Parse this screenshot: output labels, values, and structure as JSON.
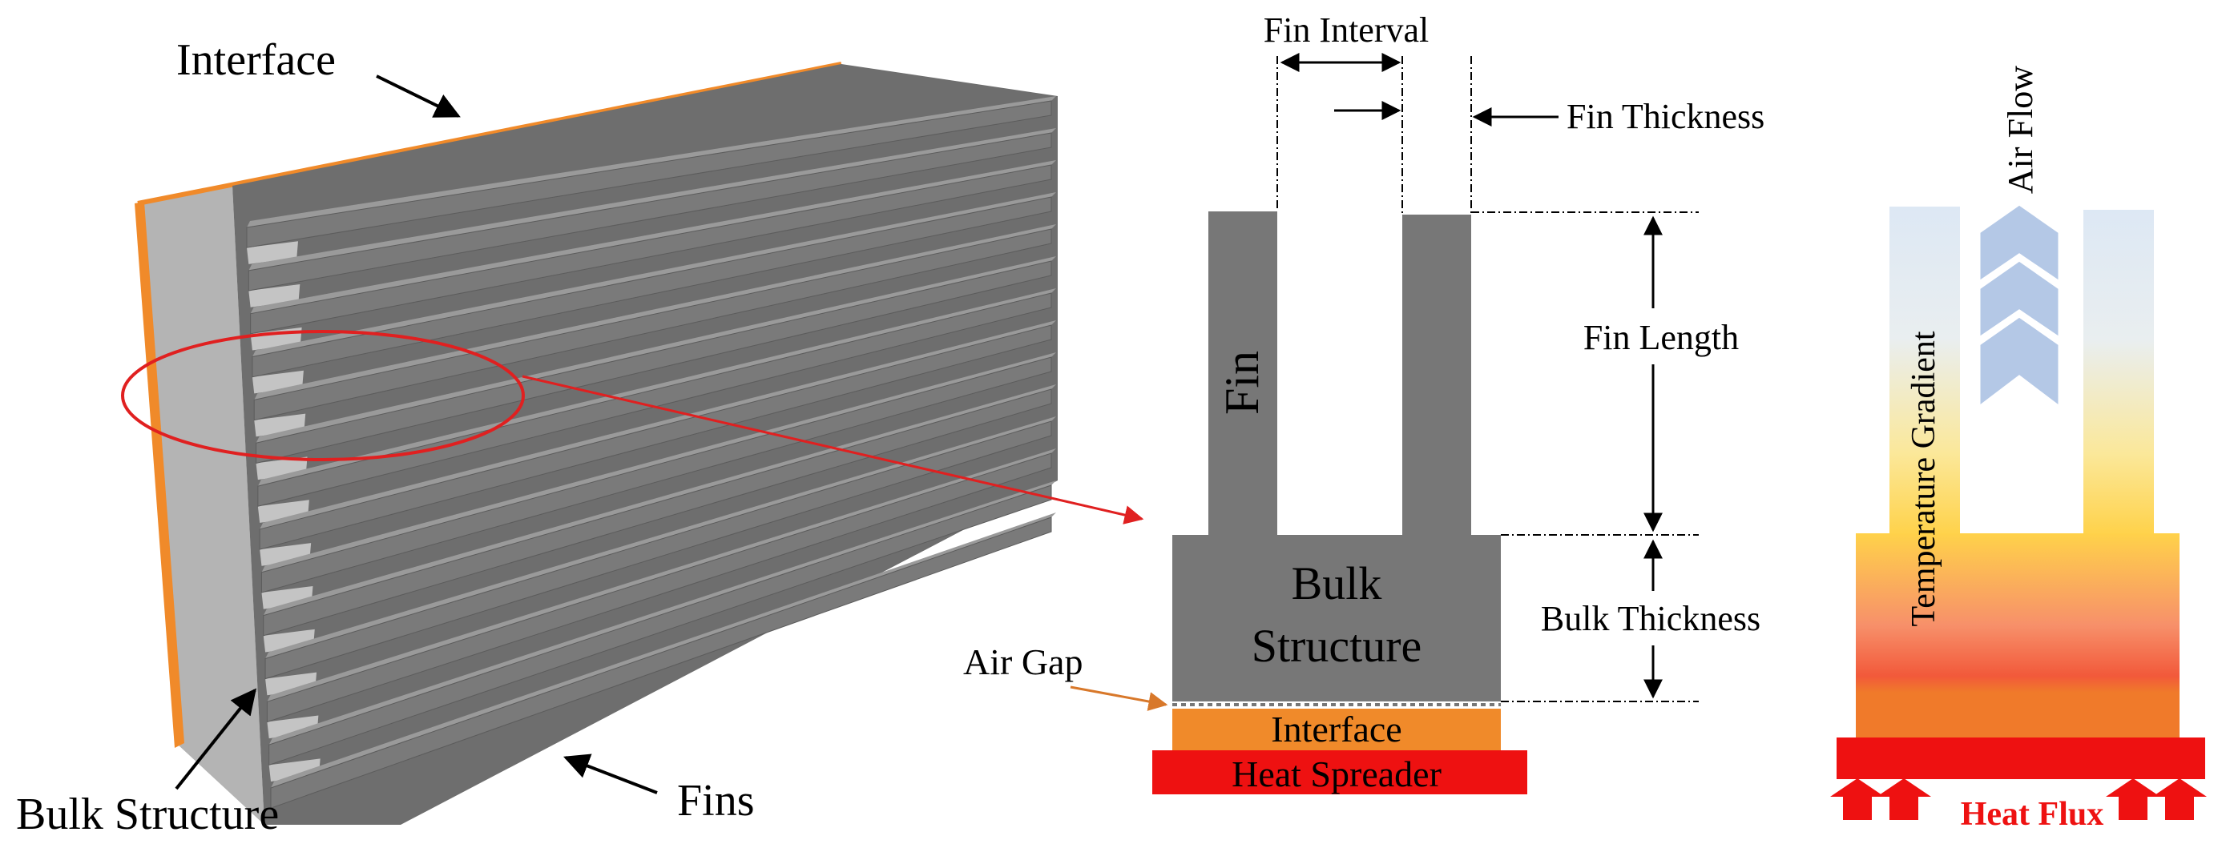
{
  "left_panel": {
    "interface_label": "Interface",
    "bulk_structure_label": "Bulk Structure",
    "fins_label": "Fins"
  },
  "middle_panel": {
    "fin_interval_label": "Fin Interval",
    "fin_thickness_label": "Fin Thickness",
    "fin_label": "Fin",
    "fin_length_label": "Fin Length",
    "bulk_structure_line1": "Bulk",
    "bulk_structure_line2": "Structure",
    "bulk_thickness_label": "Bulk Thickness",
    "air_gap_label": "Air Gap",
    "interface_label": "Interface",
    "heat_spreader_label": "Heat Spreader"
  },
  "right_panel": {
    "air_flow_label": "Air Flow",
    "temperature_gradient_label": "Temperature Gradient",
    "heat_flux_label": "Heat Flux"
  },
  "colors": {
    "fin_gray": "#777777",
    "fin_top": "#8c8c8c",
    "bulk_face": "#b0b0b0",
    "interface_orange": "#f08a2a",
    "heat_spreader_red": "#ee1111",
    "callout_red": "#e02020",
    "air_flow_blue": "#b4c8e6",
    "gradient_bottom": "#f07a2a",
    "gradient_top": "#dde8f4"
  }
}
